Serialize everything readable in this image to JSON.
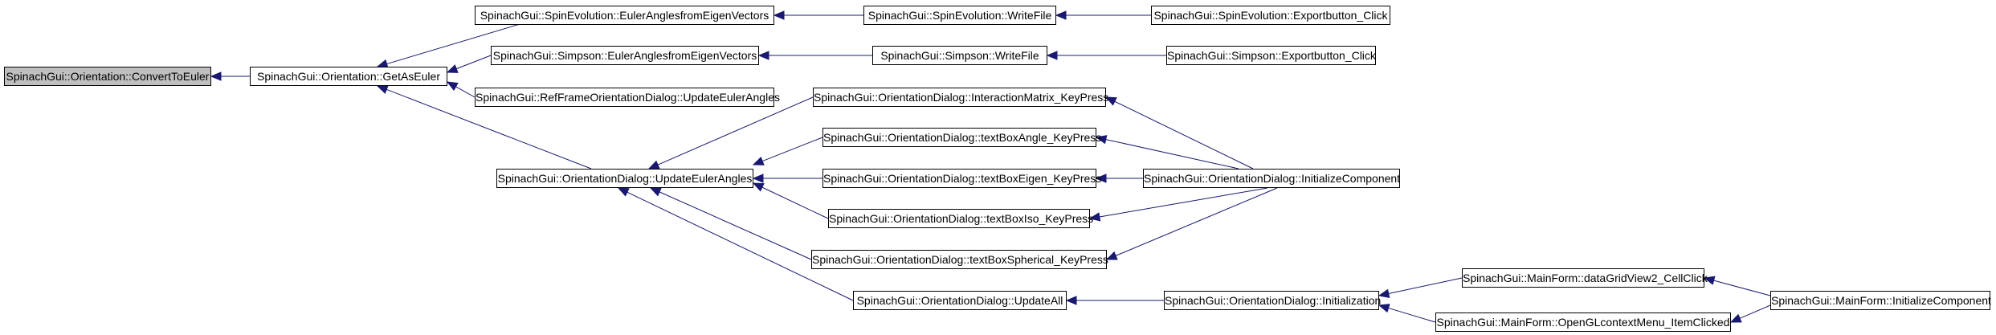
{
  "colors": {
    "edge": "#191970",
    "node_border": "#000000",
    "root_fill": "#bfbfbf",
    "node_fill": "#ffffff"
  },
  "nodes": {
    "n0": "SpinachGui::Orientation::ConvertToEuler",
    "n1": "SpinachGui::Orientation::GetAsEuler",
    "n2": "SpinachGui::SpinEvolution::EulerAnglesfromEigenVectors",
    "n3": "SpinachGui::Simpson::EulerAnglesfromEigenVectors",
    "n4": "SpinachGui::RefFrameOrientationDialog::UpdateEulerAngles",
    "n5": "SpinachGui::OrientationDialog::UpdateEulerAngles",
    "n6": "SpinachGui::SpinEvolution::WriteFile",
    "n7": "SpinachGui::Simpson::WriteFile",
    "n8": "SpinachGui::OrientationDialog::InteractionMatrix_KeyPress",
    "n9": "SpinachGui::OrientationDialog::textBoxAngle_KeyPress",
    "n10": "SpinachGui::OrientationDialog::textBoxEigen_KeyPress",
    "n11": "SpinachGui::OrientationDialog::textBoxIso_KeyPress",
    "n12": "SpinachGui::OrientationDialog::textBoxSpherical_KeyPress",
    "n13": "SpinachGui::OrientationDialog::UpdateAll",
    "n14": "SpinachGui::SpinEvolution::Exportbutton_Click",
    "n15": "SpinachGui::Simpson::Exportbutton_Click",
    "n16": "SpinachGui::OrientationDialog::InitializeComponent",
    "n17": "SpinachGui::OrientationDialog::Initialization",
    "n18": "SpinachGui::MainForm::dataGridView2_CellClick",
    "n19": "SpinachGui::MainForm::OpenGLcontextMenu_ItemClicked",
    "n20": "SpinachGui::MainForm::InitializeComponent"
  }
}
